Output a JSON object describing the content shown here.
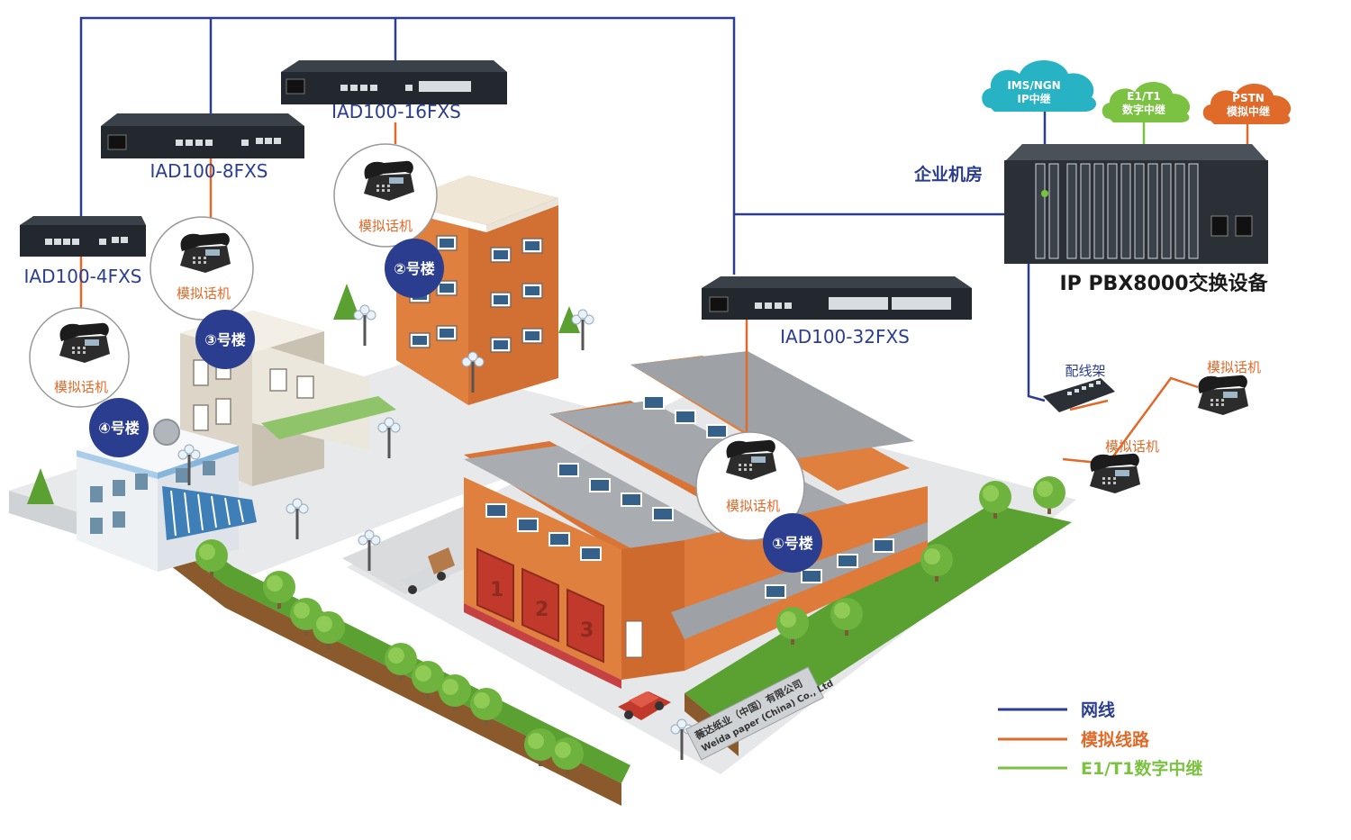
{
  "devices": {
    "iad4": "IAD100-4FXS",
    "iad8": "IAD100-8FXS",
    "iad16": "IAD100-16FXS",
    "iad32": "IAD100-32FXS",
    "pbx": "IP PBX8000交换设备"
  },
  "room": "企业机房",
  "clouds": {
    "ims_l1": "IMS/NGN",
    "ims_l2": "IP中继",
    "e1_l1": "E1/T1",
    "e1_l2": "数字中继",
    "pstn_l1": "PSTN",
    "pstn_l2": "模拟中继"
  },
  "phone_label": "模拟话机",
  "patch_panel": "配线架",
  "buildings": {
    "b1": "①号楼",
    "b2": "②号楼",
    "b3": "③号楼",
    "b4": "④号楼"
  },
  "garage_numbers": [
    "1",
    "2",
    "3"
  ],
  "sign": {
    "cn": "薇达纸业（中国）有限公司",
    "en": "Weida paper (China) Co., Ltd"
  },
  "legend": {
    "network": "网线",
    "analog": "模拟线路",
    "e1": "E1/T1数字中继"
  },
  "colors": {
    "network": "#2b3d8f",
    "analog": "#e06a2a",
    "e1": "#7cc242",
    "ims_cloud": "#27b3c4",
    "e1_cloud": "#7cc242",
    "pstn_cloud": "#e06a2a",
    "badge": "#2b3d8f"
  }
}
